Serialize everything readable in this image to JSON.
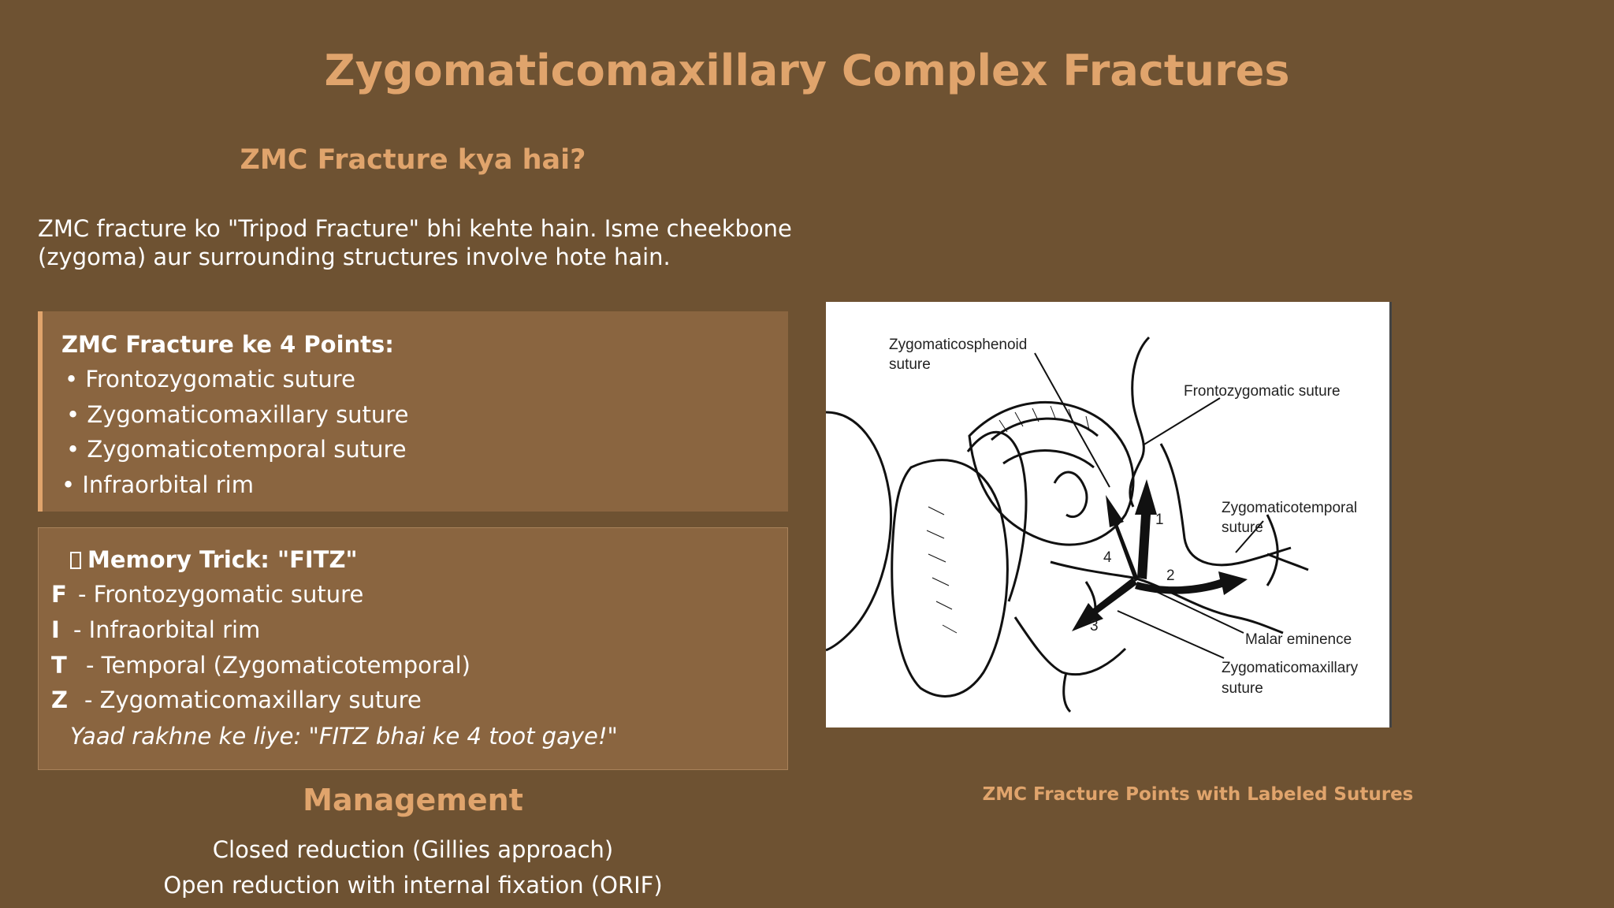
{
  "title": "Zygomaticomaxillary Complex Fractures",
  "intro": {
    "heading": "ZMC Fracture kya hai?",
    "line1": "ZMC fracture ko \"Tripod Fracture\" bhi kehte hain. Isme cheekbone",
    "line2": "(zygoma) aur surrounding structures involve hote hain."
  },
  "points": {
    "title": "ZMC Fracture ke 4 Points:",
    "items": [
      "• Frontozygomatic suture",
      "• Zygomaticomaxillary suture",
      "• Zygomaticotemporal suture",
      "• Infraorbital rim"
    ]
  },
  "memory": {
    "title": "Memory Trick: \"FITZ\"",
    "icon": "lightbulb-icon",
    "rows": [
      {
        "letter": "F",
        "text": "- Frontozygomatic suture"
      },
      {
        "letter": "I",
        "text": "- Infraorbital rim"
      },
      {
        "letter": "T",
        "text": "- Temporal (Zygomaticotemporal)"
      },
      {
        "letter": "Z",
        "text": "- Zygomaticomaxillary suture"
      }
    ],
    "note": "Yaad rakhne ke liye: \"FITZ bhai ke 4 toot gaye!\""
  },
  "management": {
    "heading": "Management",
    "items": [
      "Closed reduction (Gillies approach)",
      "Open reduction with internal fixation (ORIF)"
    ]
  },
  "figure": {
    "labels": {
      "zygomaticosphenoid_1": "Zygomaticosphenoid",
      "zygomaticosphenoid_2": "suture",
      "frontozygomatic": "Frontozygomatic suture",
      "zygomaticotemporal_1": "Zygomaticotemporal",
      "zygomaticotemporal_2": "suture",
      "malar": "Malar eminence",
      "zygomaticomaxillary_1": "Zygomaticomaxillary",
      "zygomaticomaxillary_2": "suture"
    },
    "numbers": [
      "1",
      "2",
      "3",
      "4"
    ],
    "caption": "ZMC Fracture Points with Labeled Sutures"
  },
  "colors": {
    "background": "#6e5232",
    "accent": "#e0a46c",
    "box": "#8a6540"
  }
}
